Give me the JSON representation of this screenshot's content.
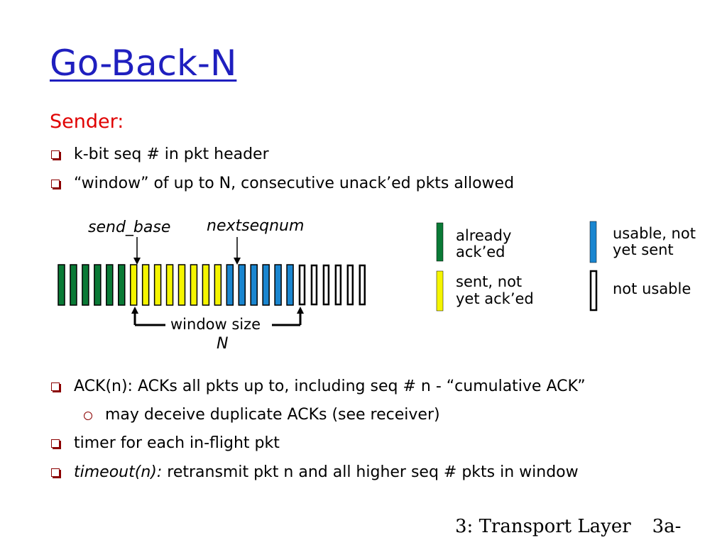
{
  "slide": {
    "title": "Go-Back-N",
    "sender_heading": "Sender:",
    "sender_bullets": [
      "k-bit seq # in pkt header",
      "“window” of up to N, consecutive unack’ed pkts allowed"
    ],
    "bottom_bullets": [
      {
        "text": "ACK(n): ACKs all pkts up to, including seq # n - “cumulative ACK”"
      },
      {
        "text": "may deceive duplicate ACKs (see receiver)"
      },
      {
        "text": "timer for each in-flight pkt"
      },
      {
        "italic": "timeout(n):",
        "text": " retransmit pkt n and all higher seq # pkts in window"
      }
    ],
    "footer": {
      "section": "3: Transport Layer",
      "page": "3a-"
    }
  },
  "diagram": {
    "labels": {
      "send_base": "send_base",
      "nextseqnum": "nextseqnum",
      "window_size": "window size",
      "window_symbol": "N"
    },
    "packet_groups": [
      {
        "state": "already_acked",
        "count": 6
      },
      {
        "state": "sent_not_acked",
        "count": 8
      },
      {
        "state": "usable_not_sent",
        "count": 6
      },
      {
        "state": "not_usable",
        "count": 6
      }
    ],
    "legend": [
      {
        "state": "already_acked",
        "lines": [
          "already",
          "ack’ed"
        ]
      },
      {
        "state": "usable_not_sent",
        "lines": [
          "usable, not",
          "yet sent"
        ]
      },
      {
        "state": "sent_not_acked",
        "lines": [
          "sent, not",
          "yet ack’ed"
        ]
      },
      {
        "state": "not_usable",
        "lines": [
          "not usable"
        ]
      }
    ],
    "colors": {
      "already_acked": "#0a7a36",
      "sent_not_acked": "#f5f500",
      "usable_not_sent": "#1a86d0",
      "not_usable": "#ffffff",
      "title": "#1f1fbf",
      "heading": "#e00000",
      "bullet": "#8b0000"
    }
  }
}
